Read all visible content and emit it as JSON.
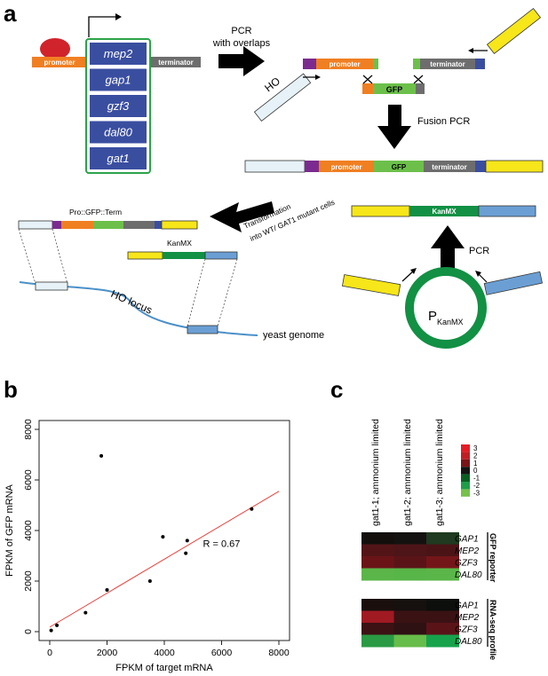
{
  "panel_a": {
    "letter": "a",
    "promoter": "promoter",
    "terminator": "terminator",
    "genes": [
      "mep2",
      "gap1",
      "gzf3",
      "dal80",
      "gat1"
    ],
    "pcr_label_1": "PCR",
    "pcr_label_2": "with overlaps",
    "ho": "HO",
    "gfp": "GFP",
    "fusion_pcr": "Fusion PCR",
    "transformation_1": "Transformation",
    "transformation_2": "into WT/ GAT1 mutant cells",
    "pro_gfp_term": "Pro::GFP::Term",
    "kanmx": "KanMX",
    "ho_locus": "HO locus",
    "yeast_genome": "yeast genome",
    "pcr_label_3": "PCR",
    "pkanmx_main": "P",
    "pkanmx_sub": "KanMX",
    "colors": {
      "promoter": "#f07f22",
      "terminator": "#6d6d6d",
      "gene_box": "#3a4ea0",
      "gene_border": "#2ca34a",
      "gfp": "#6cc04a",
      "purple": "#7b2b8f",
      "yellow": "#f6e61a",
      "light_blue": "#e6f2f7",
      "blue": "#6b9fd4",
      "kanmx": "#129044",
      "red": "#d1232b"
    }
  },
  "panel_b": {
    "letter": "b",
    "r_label": "R = 0.67"
  },
  "panel_c": {
    "letter": "c",
    "columns": [
      "gat1-1; ammonium limited",
      "gat1-2; ammonium limited",
      "gat1-3; ammonium limited"
    ],
    "legend_values": [
      "3",
      "2",
      "1",
      "0",
      "-1",
      "-2",
      "-3"
    ],
    "legend_colors": [
      "#e41d24",
      "#c01e25",
      "#7a1418",
      "#151413",
      "#0a5e22",
      "#1f9d48",
      "#76c04c"
    ],
    "blocks": [
      {
        "label": "GFP reporter",
        "genes": [
          "GAP1",
          "MEP2",
          "GZF3",
          "DAL80"
        ],
        "colors": [
          [
            "#120f0c",
            "#141210",
            "#1f3a20"
          ],
          [
            "#521417",
            "#4e1518",
            "#4a1417"
          ],
          [
            "#6a1418",
            "#5a1418",
            "#741619"
          ],
          [
            "#5ab649",
            "#58b548",
            "#5ab649"
          ]
        ]
      },
      {
        "label": "RNA-seq profile",
        "genes": [
          "GAP1",
          "MEP2",
          "GZF3",
          "DAL80"
        ],
        "colors": [
          [
            "#1a0f0d",
            "#16100e",
            "#0d0f0c"
          ],
          [
            "#a01a22",
            "#3a1214",
            "#3a1214"
          ],
          [
            "#3c1214",
            "#2e1113",
            "#5a1418"
          ],
          [
            "#2a9a44",
            "#67bd4a",
            "#17a24c"
          ]
        ]
      }
    ]
  },
  "chart_data": {
    "type": "scatter",
    "title": "",
    "xlabel": "FPKM of target mRNA",
    "ylabel": "FPKM of GFP mRNA",
    "xlim": [
      0,
      8000
    ],
    "ylim": [
      0,
      8000
    ],
    "xticks": [
      0,
      2000,
      4000,
      6000,
      8000
    ],
    "yticks": [
      0,
      2000,
      4000,
      6000,
      8000
    ],
    "points": [
      [
        50,
        50
      ],
      [
        250,
        250
      ],
      [
        1250,
        750
      ],
      [
        1800,
        6950
      ],
      [
        2000,
        1650
      ],
      [
        3500,
        2000
      ],
      [
        3950,
        3750
      ],
      [
        4750,
        3100
      ],
      [
        4800,
        3600
      ],
      [
        7050,
        4850
      ]
    ],
    "fit_line": {
      "x": [
        0,
        8000
      ],
      "y": [
        180,
        5550
      ],
      "color": "#e8403c"
    },
    "annotation": "R = 0.67",
    "grid": false
  }
}
